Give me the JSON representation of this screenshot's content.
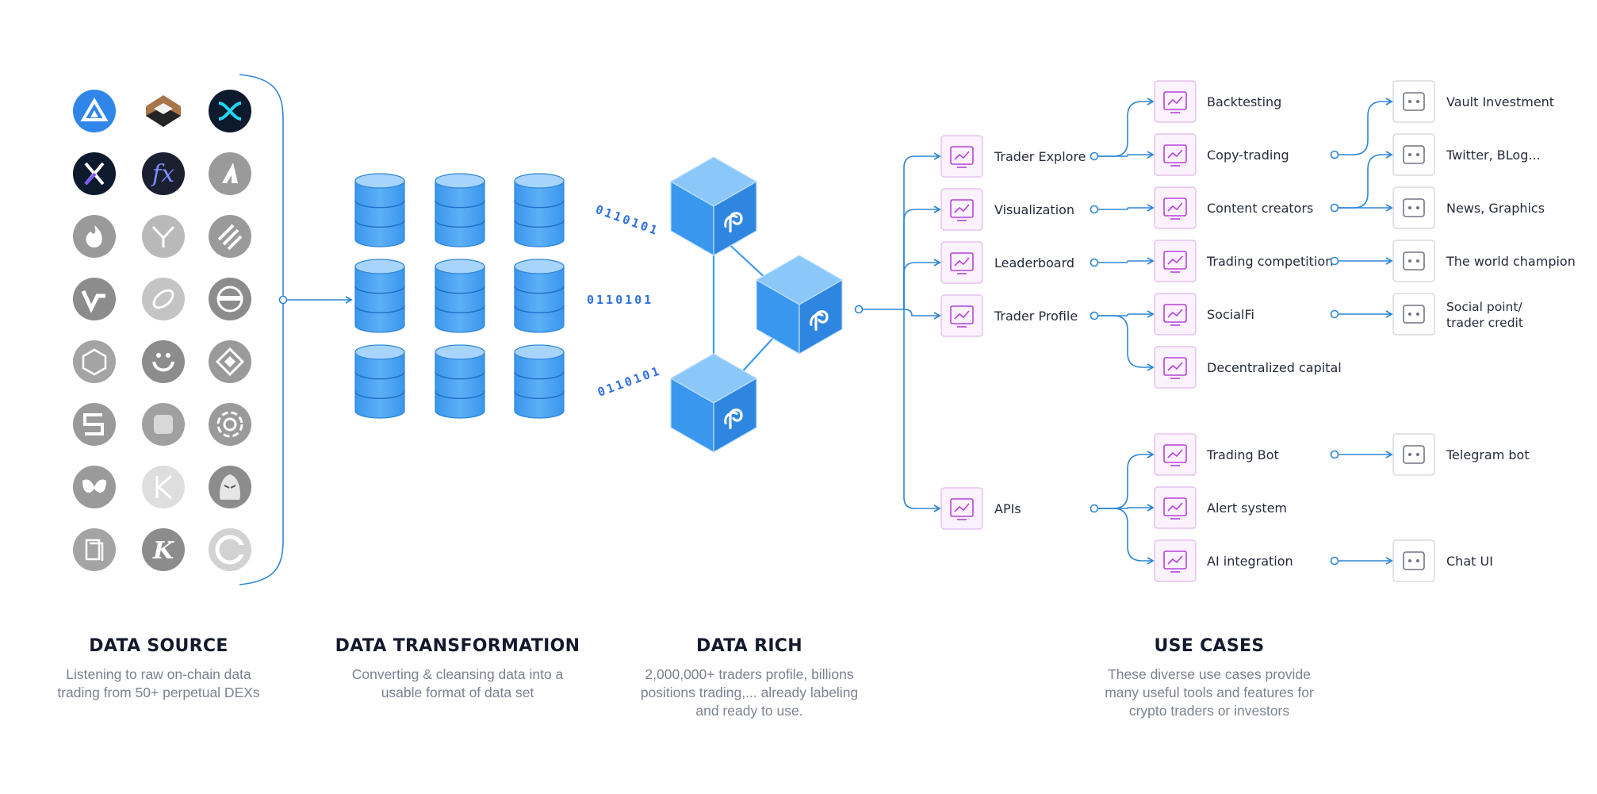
{
  "captions": {
    "source": {
      "title": "DATA SOURCE",
      "line1": "Listening to raw on-chain data",
      "line2": "trading from 50+ perpetual DEXs",
      "line3": ""
    },
    "transform": {
      "title": "DATA TRANSFORMATION",
      "line1": "Converting & cleansing data into a",
      "line2": "usable format of data set",
      "line3": ""
    },
    "rich": {
      "title": "DATA RICH",
      "line1": "2,000,000+ traders profile, billions",
      "line2": "positions trading,... already labeling",
      "line3": "and ready to use."
    },
    "usecases": {
      "title": "USE CASES",
      "line1": "These diverse use cases provide",
      "line2": "many useful tools and features for",
      "line3": "crypto traders or investors"
    }
  },
  "bits": [
    "0110101",
    "0110101",
    "0110101"
  ],
  "level1": [
    {
      "label": "Trader Explore",
      "icon": "magnifier-user-icon"
    },
    {
      "label": "Visualization",
      "icon": "presentation-chart-icon"
    },
    {
      "label": "Leaderboard",
      "icon": "ranking-list-icon"
    },
    {
      "label": "Trader Profile",
      "icon": "profile-card-icon"
    },
    {
      "label": "APIs",
      "icon": "api-cloud-icon"
    }
  ],
  "level2": [
    {
      "label": "Backtesting",
      "icon": "backtest-chart-icon"
    },
    {
      "label": "Copy-trading",
      "icon": "copy-trading-icon"
    },
    {
      "label": "Content creators",
      "icon": "content-editor-icon"
    },
    {
      "label": "Trading competition",
      "icon": "competition-chart-icon"
    },
    {
      "label": "SocialFi",
      "icon": "social-network-icon"
    },
    {
      "label": "Decentralized capital",
      "icon": "decentralized-capital-icon"
    },
    {
      "label": "Trading Bot",
      "icon": "robot-brain-icon"
    },
    {
      "label": "Alert system",
      "icon": "alarm-siren-icon"
    },
    {
      "label": "AI integration",
      "icon": "ai-chip-icon"
    }
  ],
  "level3": [
    {
      "label": "Vault Investment",
      "icon": "hand-coin-icon"
    },
    {
      "label": "Twitter, BLog...",
      "icon": "x-logo-icon"
    },
    {
      "label": "News, Graphics",
      "icon": "news-megaphone-icon"
    },
    {
      "label": "The world champion",
      "icon": "trophy-champion-icon"
    },
    {
      "label": "Social point/",
      "label2": "trader credit",
      "icon": "social-graph-icon"
    },
    {
      "label": "Telegram bot",
      "icon": "bot-face-icon"
    },
    {
      "label": "Chat UI",
      "icon": "chat-bubble-icon"
    }
  ],
  "dex_logos": [
    "dex-logo-triangle-icon",
    "dex-logo-box-icon",
    "dex-logo-x-wave-icon",
    "dex-logo-x-icon",
    "dex-logo-fx-icon",
    "dex-logo-a-icon",
    "dex-logo-flame-icon",
    "dex-logo-y-icon",
    "dex-logo-stripes-icon",
    "dex-logo-v-icon",
    "dex-logo-orbit-icon",
    "dex-logo-ninja-icon",
    "dex-logo-cube-icon",
    "dex-logo-smile-icon",
    "dex-logo-diamond-icon",
    "dex-logo-s-icon",
    "dex-logo-square-icon",
    "dex-logo-rings-icon",
    "dex-logo-hex-icon",
    "dex-logo-k-icon",
    "dex-logo-hood-icon",
    "dex-logo-layers-icon",
    "dex-logo-gothic-k-icon",
    "dex-logo-c-icon"
  ],
  "colors": {
    "primary_blue": "#3d9bf0",
    "line_blue": "#2e86d6",
    "icon_purple": "#b843d8",
    "icon_bg": "#fbf2fd",
    "dark": "#15192e",
    "muted": "#7c8190"
  }
}
